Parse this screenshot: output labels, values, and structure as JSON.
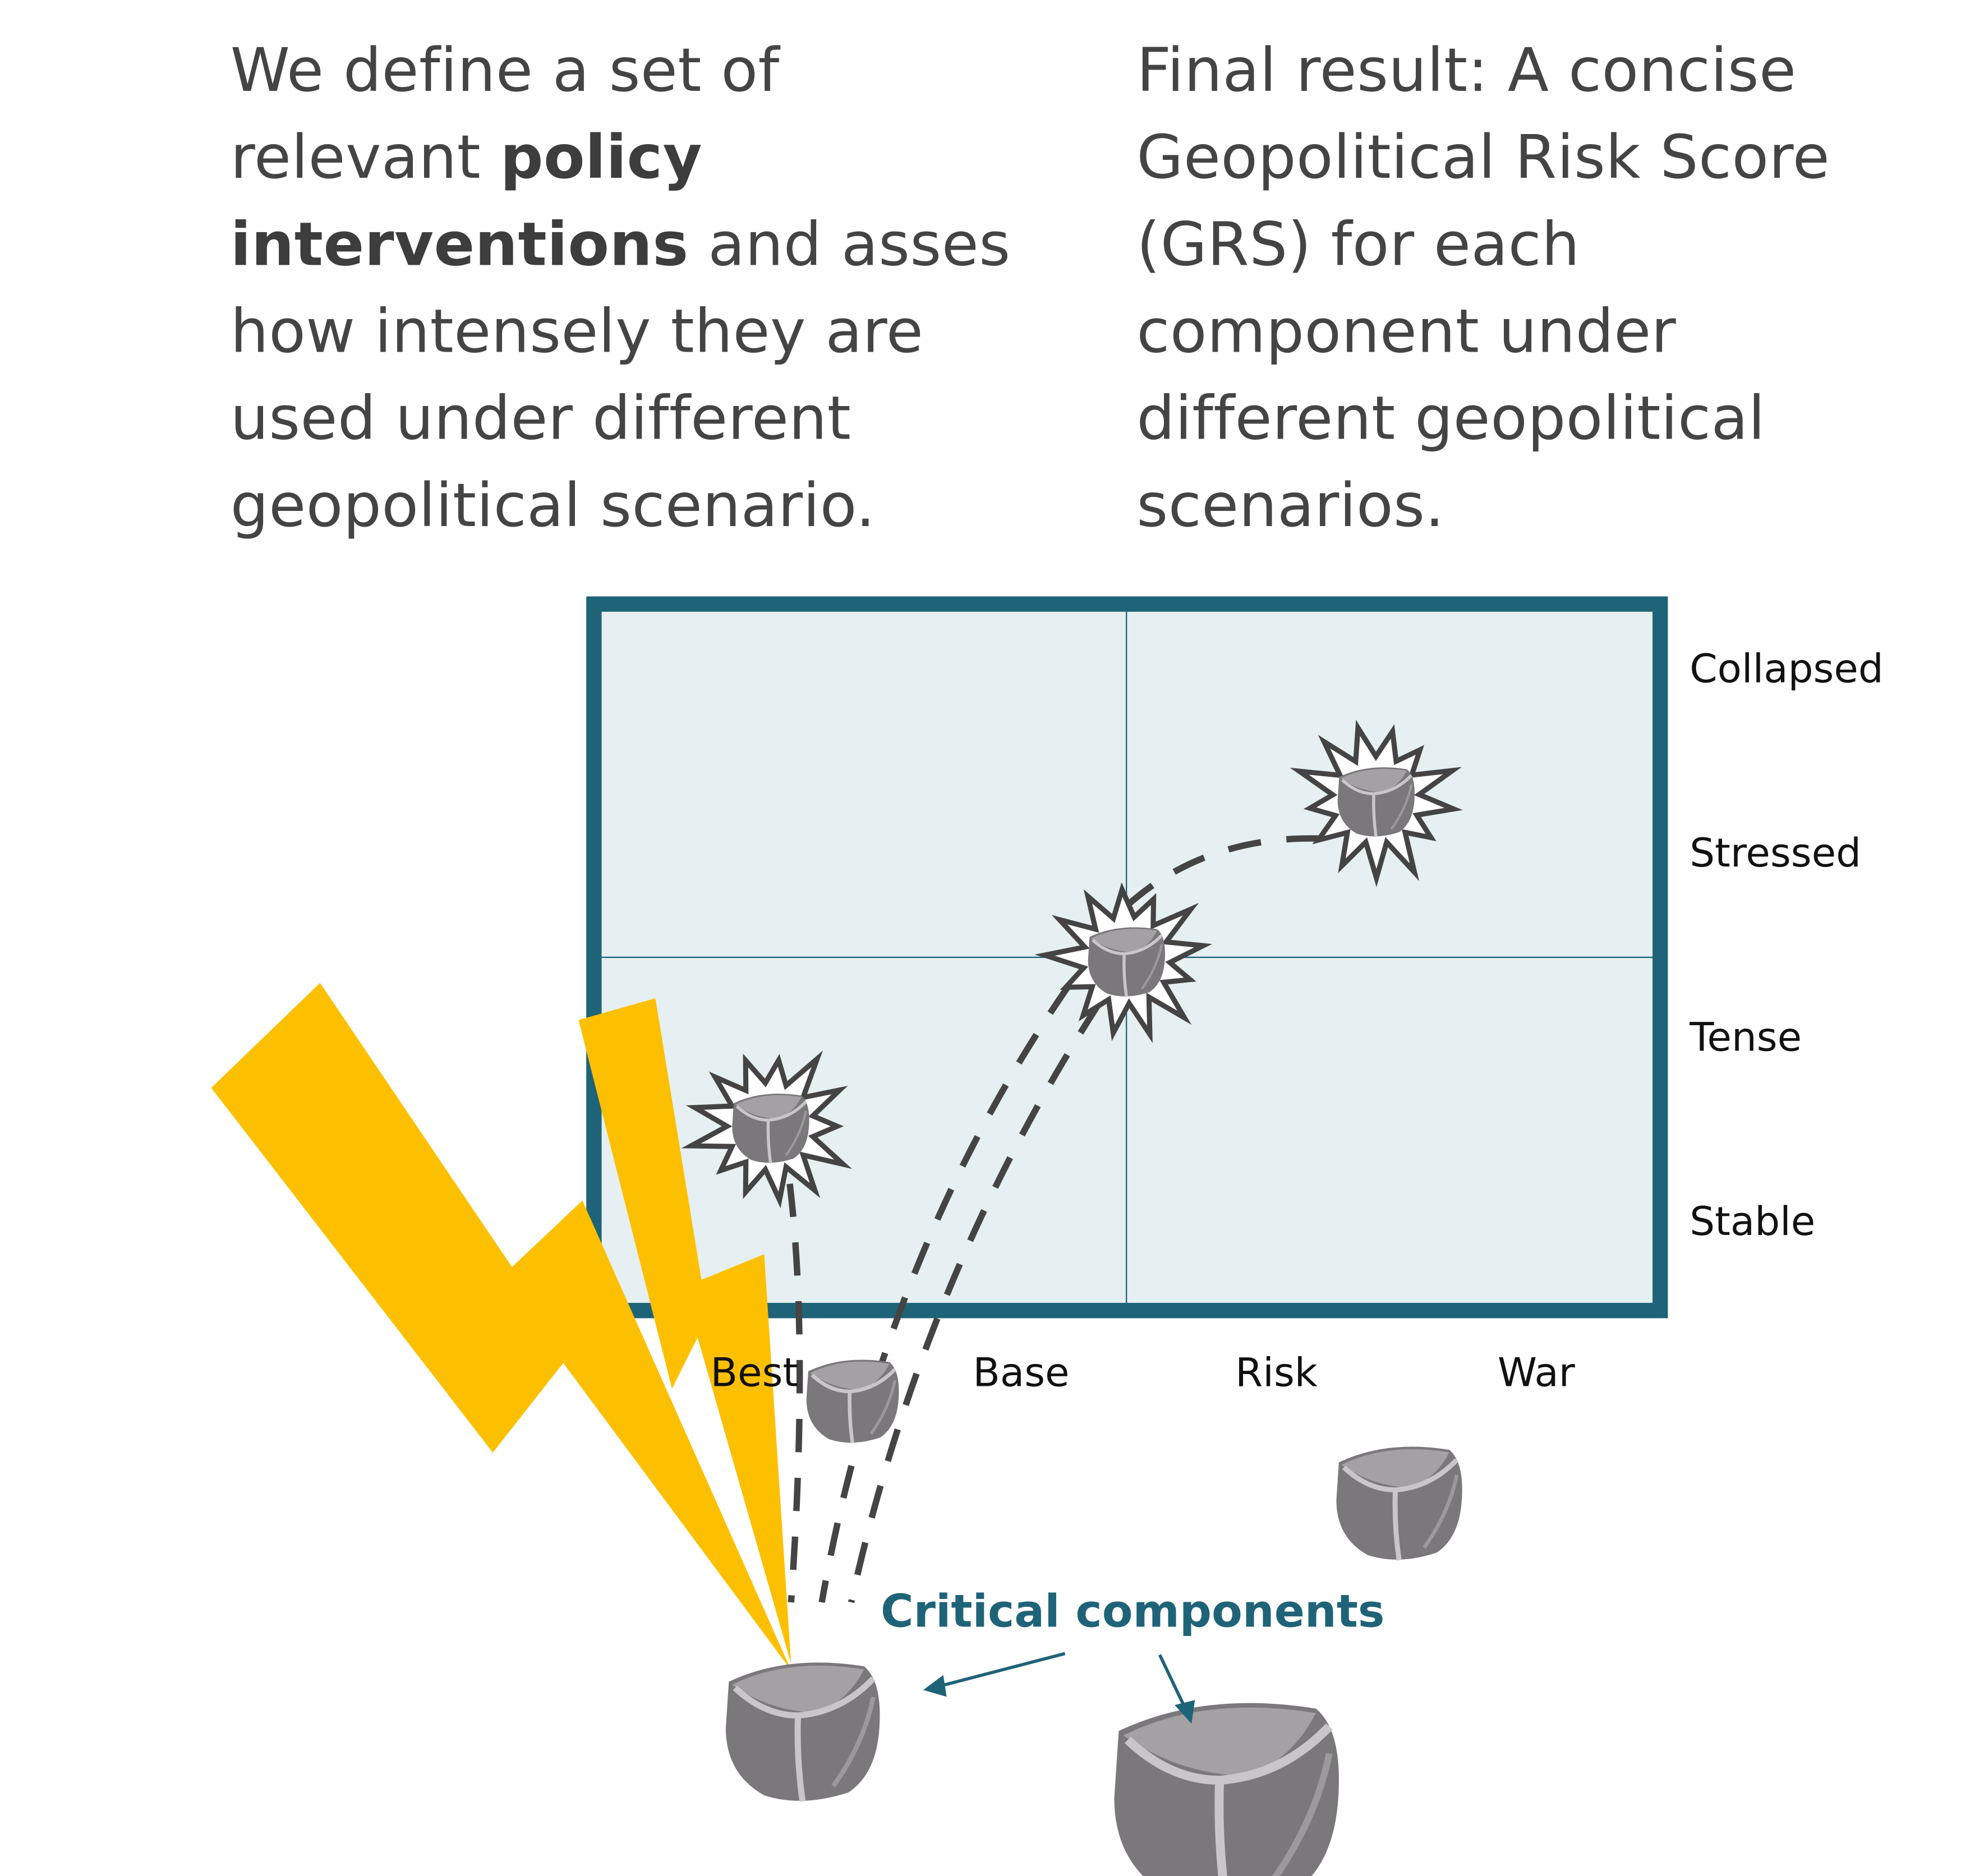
{
  "intro_text": {
    "lines": [
      [
        {
          "t": "We define a set of",
          "b": false
        }
      ],
      [
        {
          "t": "relevant ",
          "b": false
        },
        {
          "t": "policy",
          "b": true
        }
      ],
      [
        {
          "t": "interventions",
          "b": true
        },
        {
          "t": " and asses",
          "b": false
        }
      ],
      [
        {
          "t": "how intensely they are",
          "b": false
        }
      ],
      [
        {
          "t": "used under different",
          "b": false
        }
      ],
      [
        {
          "t": "geopolitical scenario.",
          "b": false
        }
      ]
    ]
  },
  "result_text": {
    "lines": [
      [
        {
          "t": "Final result: A concise",
          "b": false
        }
      ],
      [
        {
          "t": "Geopolitical Risk Score",
          "b": false
        }
      ],
      [
        {
          "t": "(GRS) for each",
          "b": false
        }
      ],
      [
        {
          "t": "component under",
          "b": false
        }
      ],
      [
        {
          "t": "different geopolitical",
          "b": false
        }
      ],
      [
        {
          "t": "scenarios.",
          "b": false
        }
      ]
    ]
  },
  "matrix": {
    "y_levels": [
      "Collapsed",
      "Stressed",
      "Tense",
      "Stable"
    ],
    "x_scenarios": [
      "Best",
      "Base",
      "Risk",
      "War"
    ]
  },
  "callout": {
    "label": "Critical components"
  },
  "colors": {
    "frame": "#1f6378",
    "fill": "#e6eff1",
    "bolt": "#fdc000",
    "text": "#444444",
    "dash": "#444444"
  }
}
